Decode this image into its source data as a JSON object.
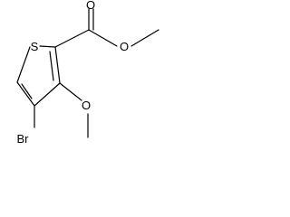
{
  "molecule": {
    "atoms": {
      "sulfur": "S",
      "ester_oxygen": "O",
      "carbonyl_oxygen": "O",
      "methoxy_oxygen": "O",
      "bromine": "Br"
    },
    "colors": {
      "bond": "#000000",
      "label": "#000000",
      "background": "#ffffff"
    }
  }
}
